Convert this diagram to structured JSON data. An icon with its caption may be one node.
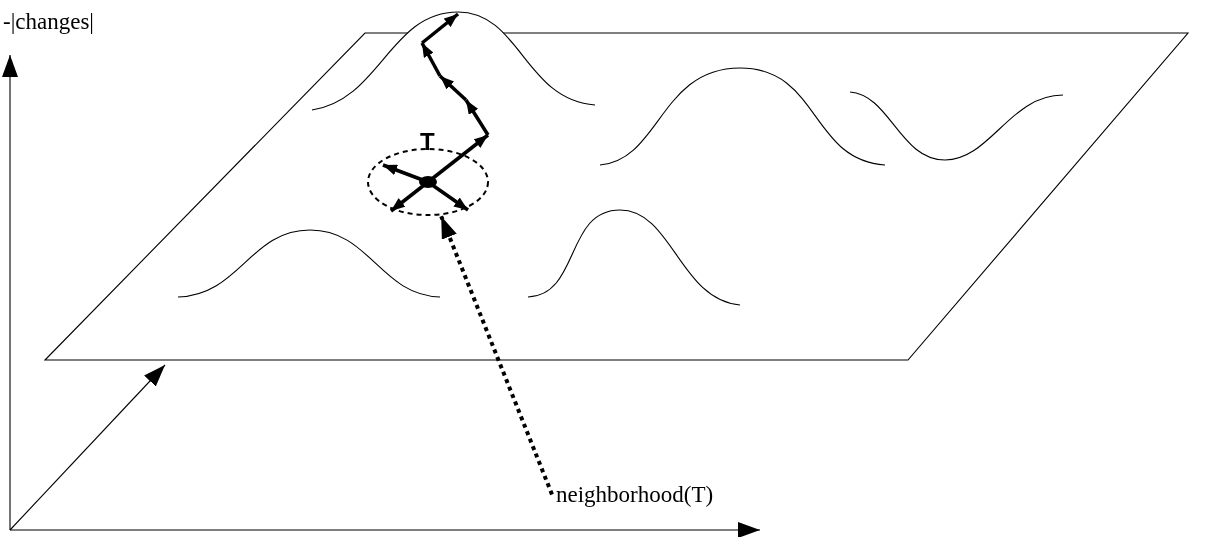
{
  "diagram": {
    "nodes": [
      {
        "text": [],
        "shape": "ellipse"
      },
      {
        "text": [
          "neighborhood(T)"
        ]
      }
    ],
    "edges": [
      {
        "from": 1,
        "to": 0,
        "arrow": "to",
        "style": "dashed"
      }
    ],
    "labels": [
      "-|changes|",
      "T"
    ]
  }
}
